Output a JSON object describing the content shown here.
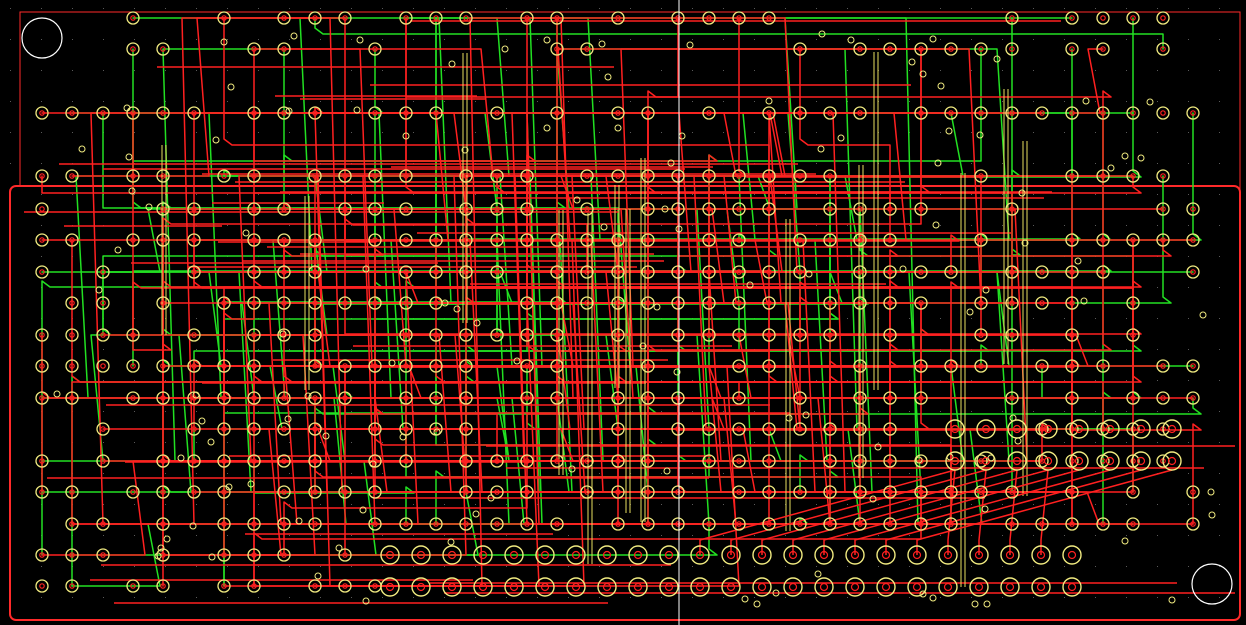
{
  "view": {
    "kind": "pcb-layout-editor",
    "background": "#000000",
    "grid_dot_color": "#5a5a5a",
    "board_outline_color": "#ff2a2a",
    "origin_crosshair_color": "#ffffff"
  },
  "layers": {
    "top_copper_color": "#ff2020",
    "bottom_copper_color": "#22e022",
    "both_layer_trace_color": "#e8e060",
    "pad_ring_color": "#f0ea80",
    "pad_hole_color": "#ff2020",
    "mounting_hole_color": "#ffffff"
  },
  "components": {
    "dip_row_count": 4,
    "header_rows": 2,
    "mounting_holes": 2
  }
}
